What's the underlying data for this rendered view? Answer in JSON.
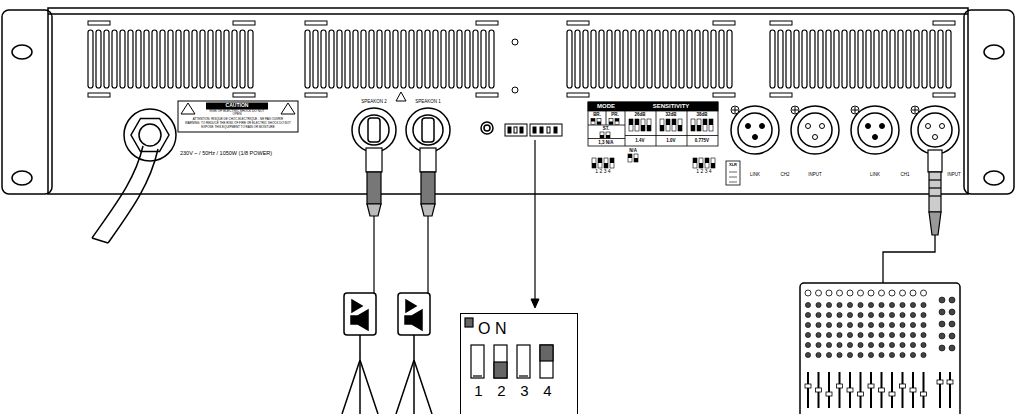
{
  "diagram": {
    "nodes": [
      {
        "text": [
          "O N",
          "1",
          "2",
          "3",
          "4"
        ]
      }
    ],
    "labels": [
      "CAUTION",
      "RISK OF ELECTRIC SHOCK DO NOT OPEN",
      "ATTENTION: RISQUE DE CHOC ELECTRIQUE - NE PAS OUVRIR",
      "WARNING: TO REDUCE THE RISK OF FIRE OR ELECTRIC SHOCK DO NOT EXPOSE THIS EQUIPMENT TO RAIN OR MOISTURE",
      "230V ~ / 50Hz / 1050W (1/8 POWER)",
      "SPEAKON 2",
      "SPEAKON 1",
      "MODE",
      "SENSITIVITY",
      "BR.",
      "PR.",
      "26dB",
      "32dB",
      "38dB",
      "ST.",
      "1,3 N/A",
      "N/A",
      "1.4V",
      "1.0V",
      "0.775V",
      "LINK",
      "CH2",
      "INPUT",
      "LINK",
      "CH1",
      "INPUT",
      "XLR",
      "1 2 3 4",
      "1 2 3 4"
    ]
  }
}
